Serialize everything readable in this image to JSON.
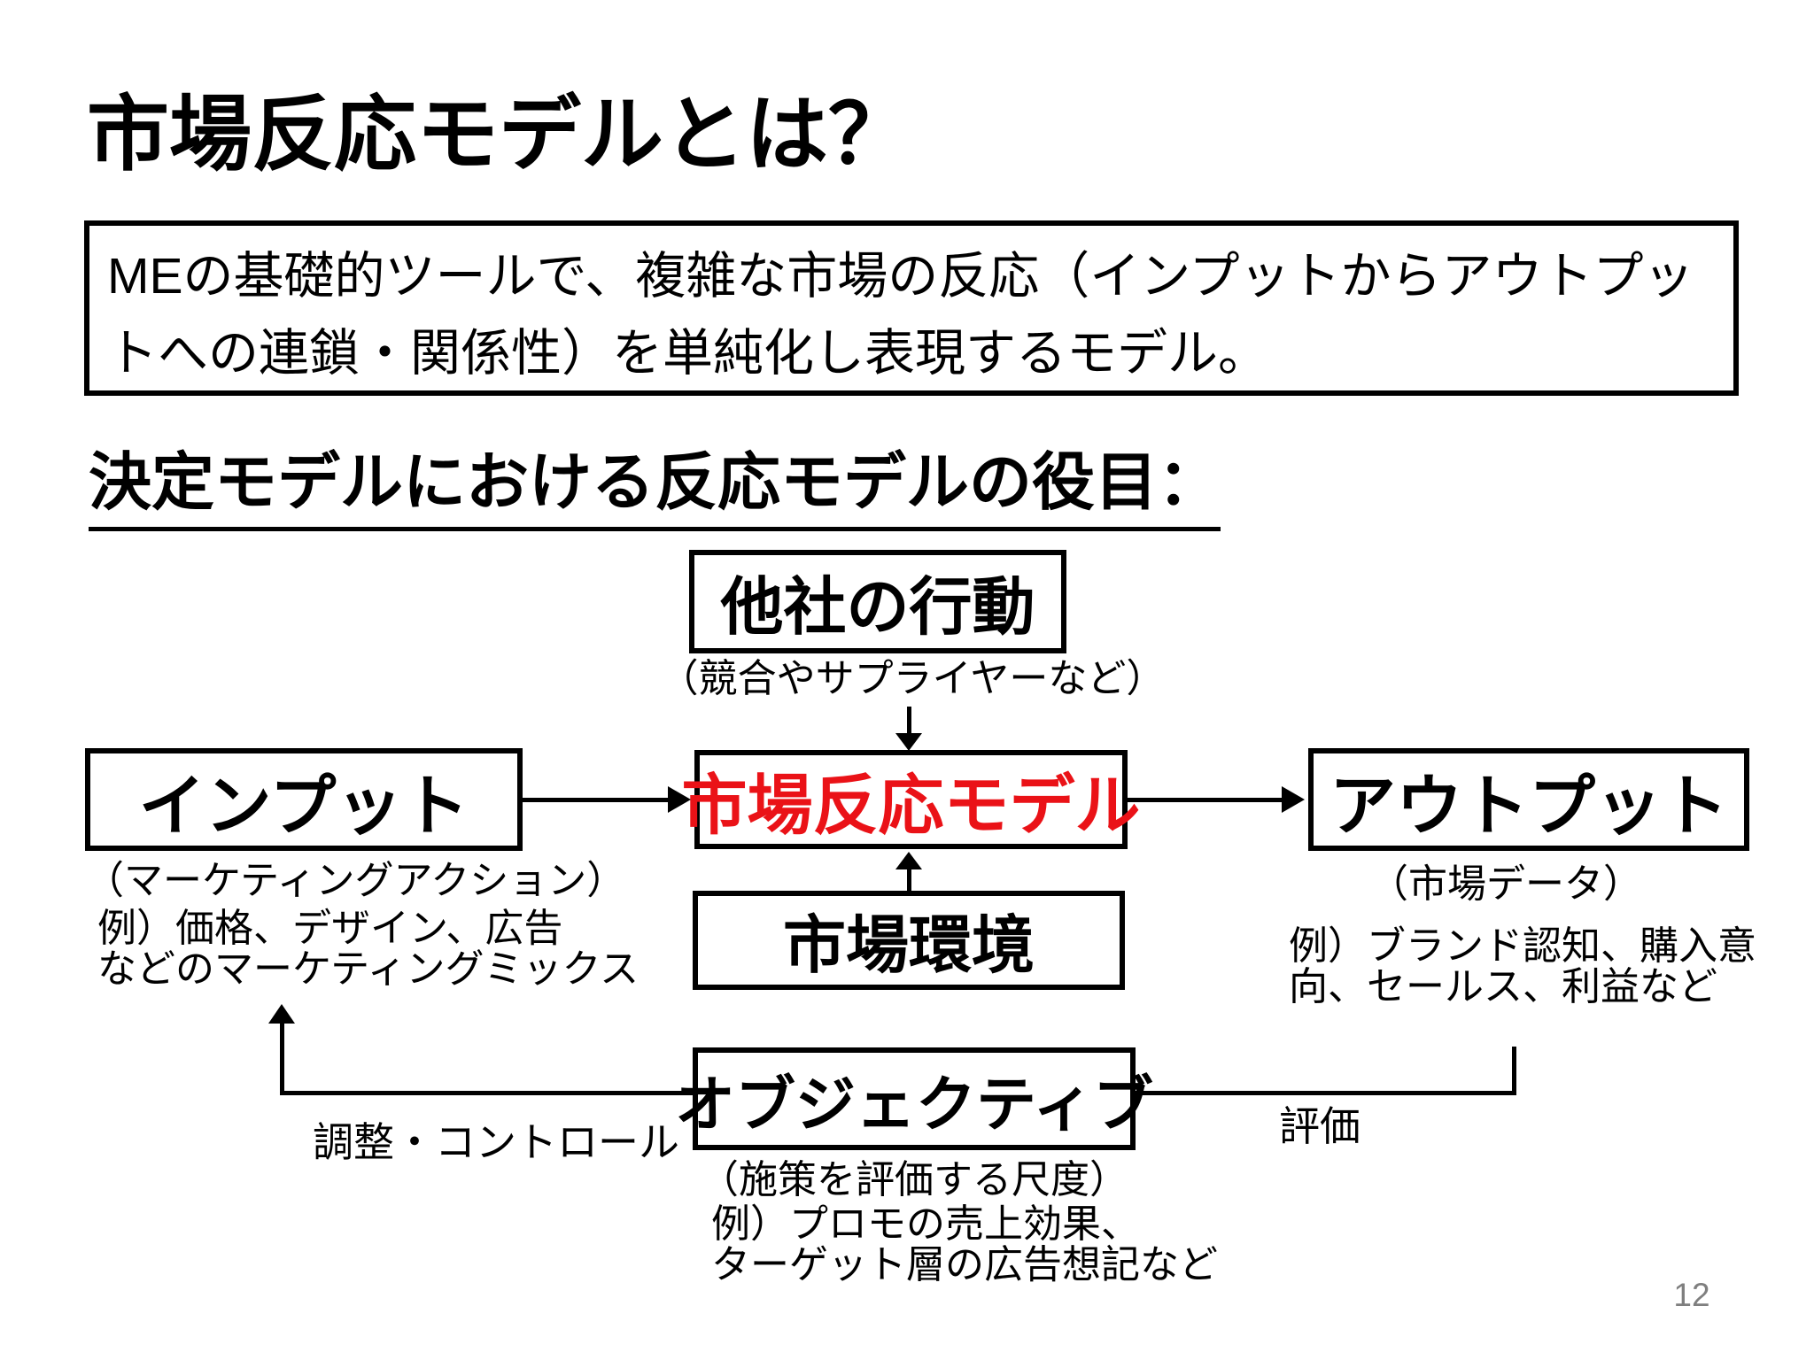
{
  "slide": {
    "title": "市場反応モデルとは？",
    "intro": "MEの基礎的ツールで、複雑な市場の反応（インプットからアウトプットへの連鎖・関係性）を単純化し表現するモデル。",
    "section_heading": "決定モデルにおける反応モデルの役目：",
    "page_number": "12"
  },
  "colors": {
    "model_text": "#ea1217",
    "line_black": "#000000",
    "page_number_gray": "#7f7f7f"
  },
  "diagram": {
    "competitors": {
      "label": "他社の行動",
      "caption": "（競合やサプライヤーなど）"
    },
    "input": {
      "label": "インプット",
      "caption": "（マーケティングアクション）",
      "examples": [
        "例）価格、デザイン、広告",
        "などのマーケティングミックス"
      ]
    },
    "model": {
      "label": "市場反応モデル"
    },
    "output": {
      "label": "アウトプット",
      "caption": "（市場データ）",
      "examples": [
        "例）ブランド認知、購入意",
        "向、セールス、利益など"
      ]
    },
    "environment": {
      "label": "市場環境"
    },
    "objective": {
      "label": "オブジェクティブ",
      "caption": "（施策を評価する尺度）",
      "examples": [
        "例）プロモの売上効果、",
        "ターゲット層の広告想記など"
      ]
    },
    "edge_labels": {
      "adjust_control": "調整・コントロール",
      "evaluate": "評価"
    }
  }
}
